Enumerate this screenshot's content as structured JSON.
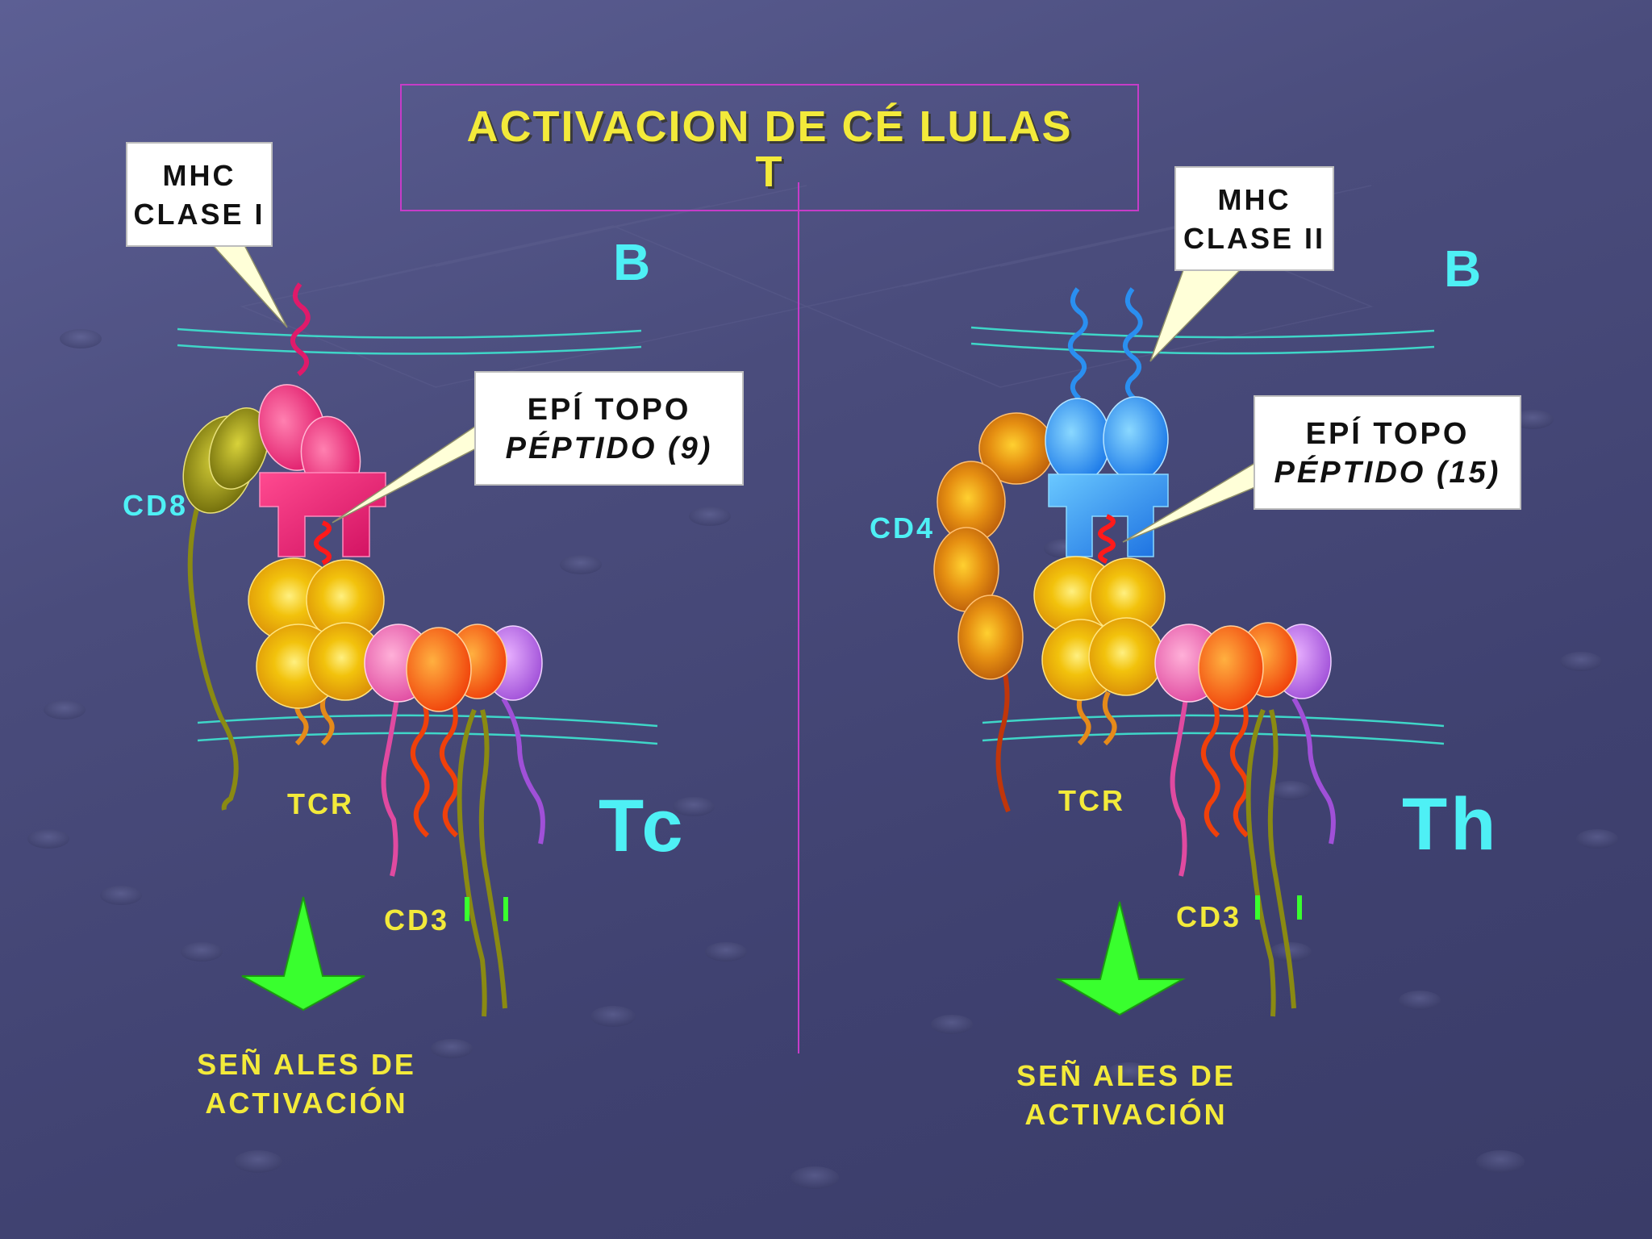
{
  "title": {
    "line1": "ACTIVACION DE CÉ LULAS",
    "line2": "T"
  },
  "left": {
    "callout_mhc": {
      "line1": "MHC",
      "line2": "CLASE I"
    },
    "callout_epitope": {
      "line1": "EPÍ TOPO",
      "line2": "PÉPTIDO (9)"
    },
    "cell_b": "B",
    "coreceptor": "CD8",
    "tcr": "TCR",
    "cd3": "CD3",
    "cell_type": "Tc",
    "signal": {
      "line1": "SEÑ ALES DE",
      "line2": "ACTIVACIÓN"
    }
  },
  "right": {
    "callout_mhc": {
      "line1": "MHC",
      "line2": "CLASE II"
    },
    "callout_epitope": {
      "line1": "EPÍ TOPO",
      "line2": "PÉPTIDO (15)"
    },
    "cell_b": "B",
    "coreceptor": "CD4",
    "tcr": "TCR",
    "cd3": "CD3",
    "cell_type": "Th",
    "signal": {
      "line1": "SEÑ ALES DE",
      "line2": "ACTIVACIÓN"
    }
  },
  "colors": {
    "accent_yellow": "#f3ea3a",
    "label_cyan": "#4ef0f5",
    "frame_magenta": "#c63cc8",
    "arrow_green": "#39ff2e",
    "mhc1_pink": "#e8206e",
    "mhc2_blue": "#2a8ff0",
    "cd8_olive": "#8a8a12",
    "cd4_orange": "#d87a10",
    "tcr_gold": "#f0b010"
  }
}
